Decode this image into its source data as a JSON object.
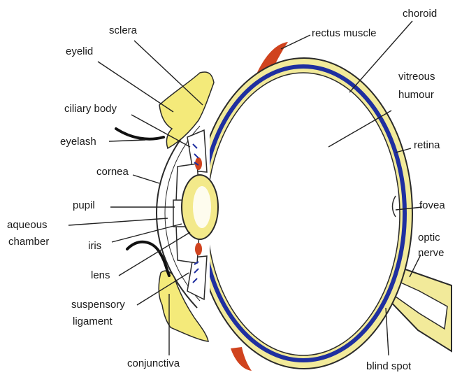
{
  "colors": {
    "sclera": "#f2ea9a",
    "sclera_outline": "#2a2a2a",
    "choroid": "#1f2fa0",
    "muscle": "#d0431e",
    "lens": "#f3e98a",
    "eyelid": "#f4ea7a",
    "leader": "#222222"
  },
  "labels": {
    "sclera": "sclera",
    "eyelid": "eyelid",
    "ciliary_body": "ciliary body",
    "eyelash": "eyelash",
    "cornea": "cornea",
    "pupil": "pupil",
    "aqueous_1": "aqueous",
    "aqueous_2": "chamber",
    "iris": "iris",
    "lens": "lens",
    "suspensory_1": "suspensory",
    "suspensory_2": "ligament",
    "conjunctiva": "conjunctiva",
    "rectus_muscle": "rectus muscle",
    "choroid": "choroid",
    "vitreous_1": "vitreous",
    "vitreous_2": "humour",
    "retina": "retina",
    "fovea": "fovea",
    "optic_1": "optic",
    "optic_2": "nerve",
    "blind_spot": "blind spot"
  }
}
